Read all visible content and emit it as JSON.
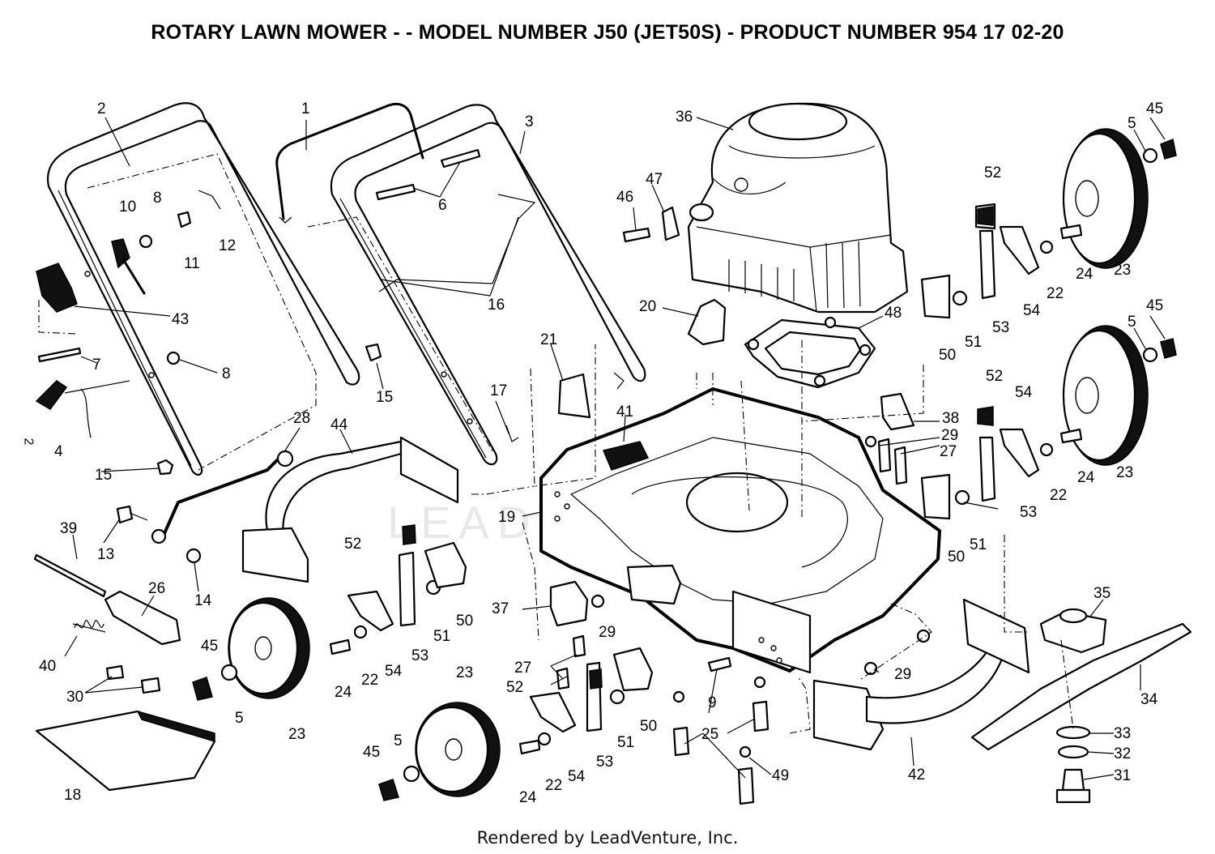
{
  "title": "ROTARY LAWN MOWER - - MODEL NUMBER J50 (JET50S) - PRODUCT NUMBER 954 17 02-20",
  "footer": "Rendered by LeadVenture, Inc.",
  "watermark": "LEADVENTURE",
  "stray_mark": "2",
  "labels": {
    "l1": "1",
    "l2": "2",
    "l3": "3",
    "l4": "4",
    "l5a": "5",
    "l5b": "5",
    "l5c": "5",
    "l5d": "5",
    "l6": "6",
    "l7": "7",
    "l8a": "8",
    "l8b": "8",
    "l9": "9",
    "l10": "10",
    "l11": "11",
    "l12": "12",
    "l13": "13",
    "l14": "14",
    "l15a": "15",
    "l15b": "15",
    "l16": "16",
    "l17": "17",
    "l18": "18",
    "l19": "19",
    "l20": "20",
    "l21": "21",
    "l22a": "22",
    "l22b": "22",
    "l22c": "22",
    "l22d": "22",
    "l23a": "23",
    "l23b": "23",
    "l23c": "23",
    "l23d": "23",
    "l24a": "24",
    "l24b": "24",
    "l24c": "24",
    "l24d": "24",
    "l25": "25",
    "l26": "26",
    "l27a": "27",
    "l27b": "27",
    "l28": "28",
    "l29a": "29",
    "l29b": "29",
    "l29c": "29",
    "l30": "30",
    "l31": "31",
    "l32": "32",
    "l33": "33",
    "l34": "34",
    "l35": "35",
    "l36": "36",
    "l37": "37",
    "l38": "38",
    "l39": "39",
    "l40": "40",
    "l41": "41",
    "l42": "42",
    "l43": "43",
    "l44": "44",
    "l45a": "45",
    "l45b": "45",
    "l45c": "45",
    "l45d": "45",
    "l46": "46",
    "l47": "47",
    "l48": "48",
    "l49": "49",
    "l50a": "50",
    "l50b": "50",
    "l50c": "50",
    "l50d": "50",
    "l51a": "51",
    "l51b": "51",
    "l51c": "51",
    "l51d": "51",
    "l52a": "52",
    "l52b": "52",
    "l52c": "52",
    "l52d": "52",
    "l53a": "53",
    "l53b": "53",
    "l53c": "53",
    "l53d": "53",
    "l54a": "54",
    "l54b": "54",
    "l54c": "54",
    "l54d": "54"
  }
}
